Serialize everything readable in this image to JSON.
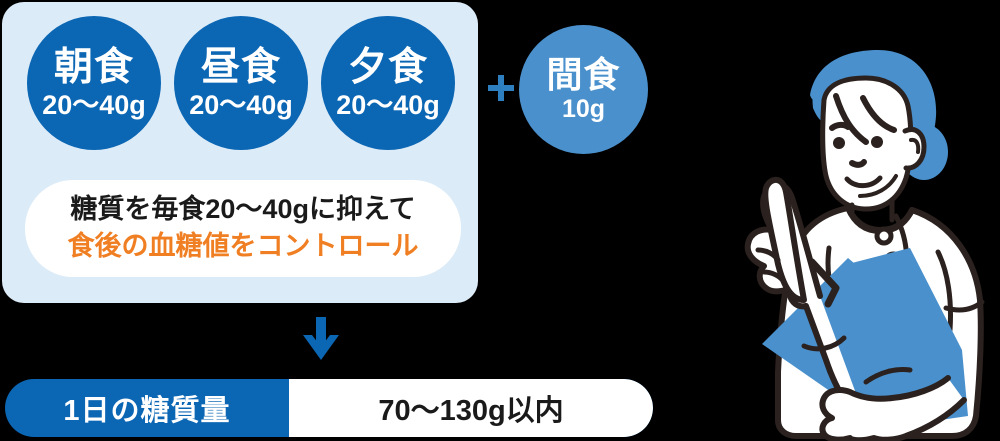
{
  "theme": {
    "background": "#000000",
    "panel_bg": "#DCEBF8",
    "primary_blue": "#0B66B3",
    "light_blue": "#4A90CC",
    "accent_orange": "#F07F23",
    "white": "#FFFFFF",
    "text_dark": "#1A1A1A",
    "illustration_outline": "#2B211E"
  },
  "meals": [
    {
      "name": "朝食",
      "amount": "20〜40g",
      "id": "breakfast"
    },
    {
      "name": "昼食",
      "amount": "20〜40g",
      "id": "lunch"
    },
    {
      "name": "夕食",
      "amount": "20〜40g",
      "id": "dinner"
    }
  ],
  "plus_symbol": "+",
  "snack": {
    "name": "間食",
    "amount": "10g"
  },
  "message": {
    "line1": "糖質を毎食20〜40gに抑えて",
    "line2": "食後の血糖値をコントロール"
  },
  "arrow": {
    "direction": "down",
    "color": "#0B66B3"
  },
  "daily_total": {
    "label": "1日の糖質量",
    "value": "70〜130g以内"
  },
  "illustration": {
    "subject": "nurse-dietitian-pointing-up-holding-clipboard",
    "hair_color": "#4A90CC",
    "clipboard_color": "#4A90CC",
    "outline_color": "#2B211E",
    "skin_color": "#FFFFFF"
  }
}
